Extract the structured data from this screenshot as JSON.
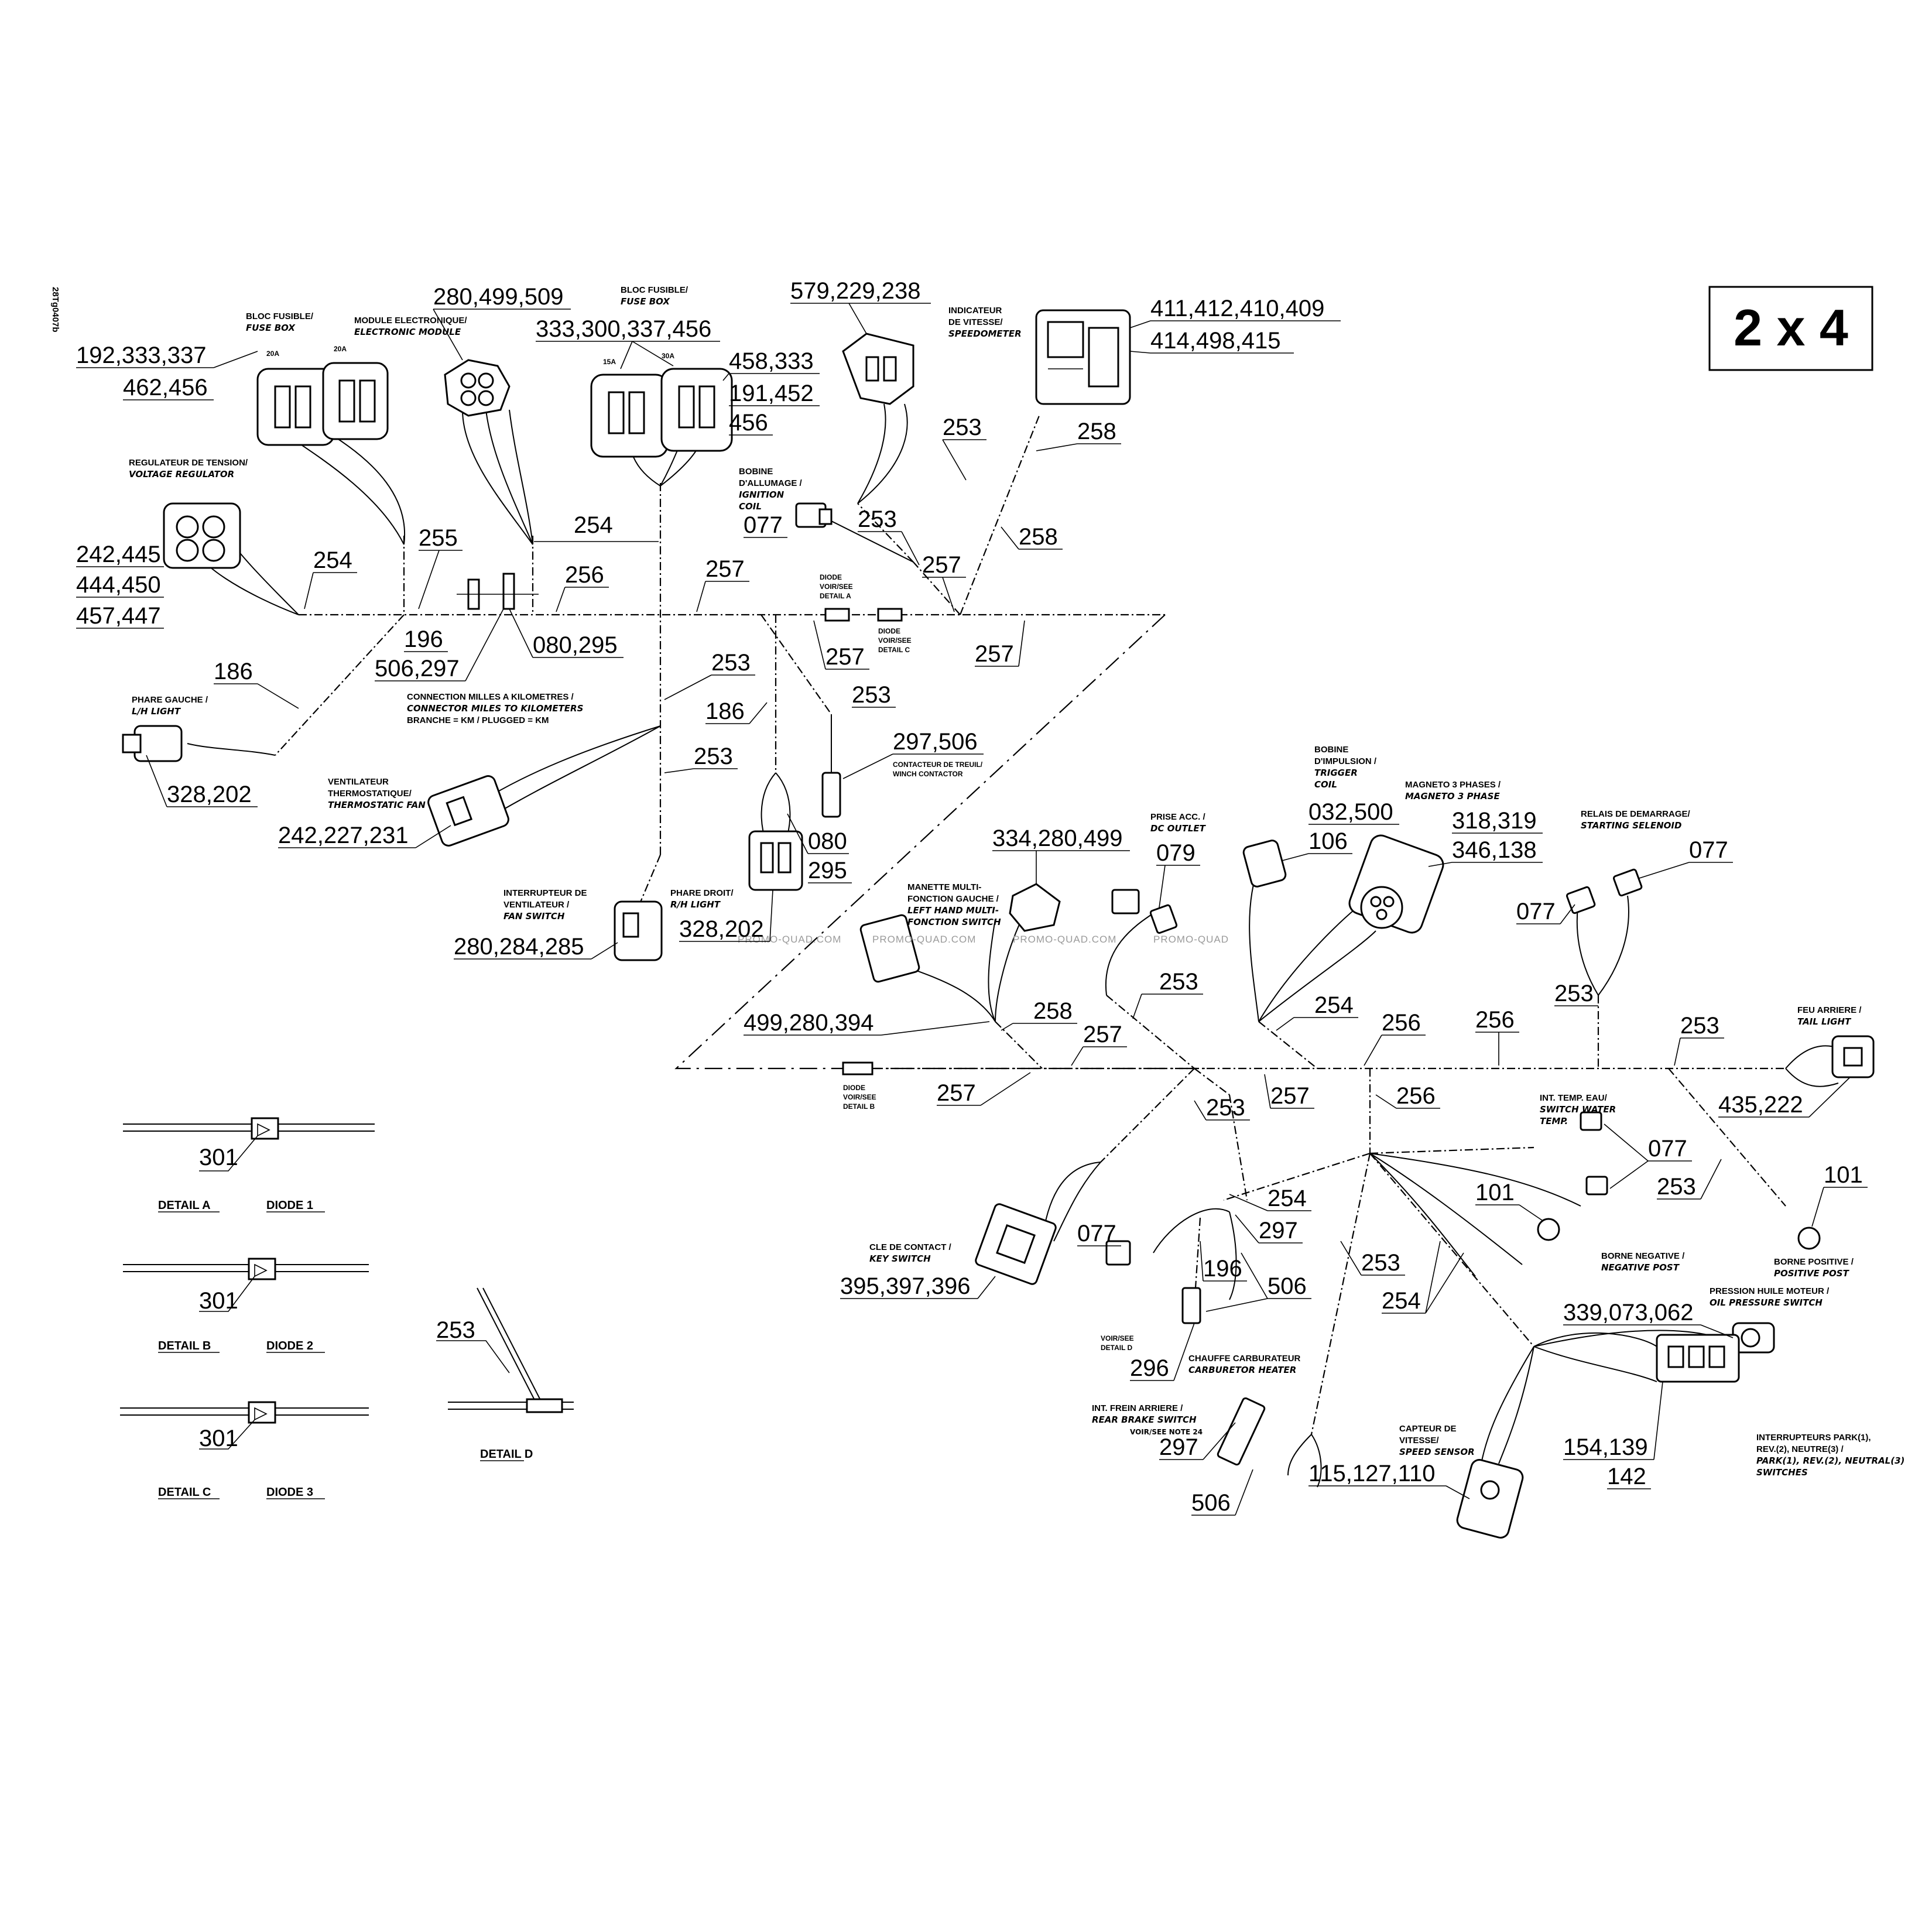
{
  "title": "2 x 4",
  "drawing_ref": "28Tg0407b",
  "watermark": [
    "PROMO-QUAD.COM",
    "PROMO-QUAD.COM",
    "PROMO-QUAD.COM",
    "PROMO-QUAD"
  ],
  "callouts": {
    "c192": "192,333,337",
    "c462": "462,456",
    "c280a": "280,499,509",
    "c333": "333,300,337,456",
    "c458": "458,333",
    "c191": "191,452",
    "c456": "456",
    "c579": "579,229,238",
    "c411": "411,412,410,409",
    "c414": "414,498,415",
    "c242": "242,445",
    "c444": "444,450",
    "c457": "457,447",
    "c254a": "254",
    "c255": "255",
    "c254b": "254",
    "c256a": "256",
    "c257a": "257",
    "c077a": "077",
    "c253a": "253",
    "c253b": "253",
    "c258a": "258",
    "c258b": "258",
    "c257b": "257",
    "c196a": "196",
    "c506a": "506,297",
    "c080a": "080,295",
    "c257c": "257",
    "c257d": "257",
    "c186a": "186",
    "c253c": "253",
    "c186b": "186",
    "c253d": "253",
    "c253e": "253",
    "c297a": "297,506",
    "c328a": "328,202",
    "c242b": "242,227,231",
    "c080b": "080",
    "c295b": "295",
    "c328b": "328,202",
    "c280b": "280,284,285",
    "c334": "334,280,499",
    "c079": "079",
    "c032": "032,500",
    "c106": "106",
    "c318": "318,319",
    "c346": "346,138",
    "c077b": "077",
    "c077c": "077",
    "c499": "499,280,394",
    "c258c": "258",
    "c257e": "257",
    "c253f": "253",
    "c254c": "254",
    "c256b": "256",
    "c256c": "256",
    "c253g": "253",
    "c253h": "253",
    "c435": "435,222",
    "c257f": "257",
    "c253i": "253",
    "c257g": "257",
    "c256d": "256",
    "c077d": "077",
    "c253j": "253",
    "c101a": "101",
    "c101b": "101",
    "c254d": "254",
    "c297b": "297",
    "c077e": "077",
    "c196b": "196",
    "c506b": "506",
    "c395": "395,397,396",
    "c253k": "253",
    "c254e": "254",
    "c339": "339,073,062",
    "c296": "296",
    "c297c": "297",
    "c506c": "506",
    "c115": "115,127,110",
    "c154": "154,139",
    "c142": "142",
    "c301a": "301",
    "c301b": "301",
    "c301c": "301",
    "c253l": "253"
  },
  "labels": {
    "bloc1": [
      "BLOC FUSIBLE/",
      "FUSE BOX"
    ],
    "module": [
      "MODULE ELECTRONIQUE/",
      "ELECTRONIC MODULE"
    ],
    "bloc2": [
      "BLOC FUSIBLE/",
      "FUSE BOX"
    ],
    "indicateur": [
      "INDICATEUR",
      "DE VITESSE/",
      "SPEEDOMETER"
    ],
    "regulateur": [
      "REGULATEUR DE TENSION/",
      "VOLTAGE REGULATOR"
    ],
    "bobine": [
      "BOBINE",
      "D'ALLUMAGE /",
      "IGNITION",
      "COIL"
    ],
    "diodeA": [
      "DIODE",
      "VOIR/SEE",
      "DETAIL A"
    ],
    "diodeC": [
      "DIODE",
      "VOIR/SEE",
      "DETAIL C"
    ],
    "phare_g": [
      "PHARE GAUCHE /",
      "L/H LIGHT"
    ],
    "connection": [
      "CONNECTION MILLES A KILOMETRES /",
      "CONNECTOR MILES TO KILOMETERS",
      "BRANCHE = KM / PLUGGED = KM"
    ],
    "contacteur": [
      "CONTACTEUR DE TREUIL/",
      "WINCH CONTACTOR"
    ],
    "ventilateur": [
      "VENTILATEUR",
      "THERMOSTATIQUE/",
      "THERMOSTATIC FAN"
    ],
    "phare_d": [
      "PHARE DROIT/",
      "R/H LIGHT"
    ],
    "interrupteur_v": [
      "INTERRUPTEUR DE",
      "VENTILATEUR /",
      "FAN SWITCH"
    ],
    "bobine_imp": [
      "BOBINE",
      "D'IMPULSION /",
      "TRIGGER",
      "COIL"
    ],
    "magneto": [
      "MAGNETO 3 PHASES /",
      "MAGNETO 3 PHASE"
    ],
    "prise": [
      "PRISE ACC. /",
      "DC OUTLET"
    ],
    "relais": [
      "RELAIS DE DEMARRAGE/",
      "STARTING SELENOID"
    ],
    "manette": [
      "MANETTE MULTI-",
      "FONCTION GAUCHE /",
      "LEFT HAND MULTI-",
      "FONCTION SWITCH"
    ],
    "feu": [
      "FEU ARRIERE /",
      "TAIL LIGHT"
    ],
    "diodeB": [
      "DIODE",
      "VOIR/SEE",
      "DETAIL B"
    ],
    "int_temp": [
      "INT. TEMP. EAU/",
      "SWITCH WATER",
      "TEMP."
    ],
    "cle": [
      "CLE DE CONTACT /",
      "KEY SWITCH"
    ],
    "borne_neg": [
      "BORNE NEGATIVE /",
      "NEGATIVE POST"
    ],
    "borne_pos": [
      "BORNE POSITIVE /",
      "POSITIVE POST"
    ],
    "pression": [
      "PRESSION HUILE MOTEUR /",
      "OIL PRESSURE SWITCH"
    ],
    "voir_d": [
      "VOIR/SEE",
      "DETAIL D"
    ],
    "chauffe": [
      "CHAUFFE CARBURATEUR",
      "CARBURETOR HEATER"
    ],
    "int_frein": [
      "INT. FREIN ARRIERE /",
      "REAR BRAKE SWITCH",
      "VOIR/SEE NOTE 24"
    ],
    "capteur": [
      "CAPTEUR DE",
      "VITESSE/",
      "SPEED SENSOR"
    ],
    "interrupteurs_park": [
      "INTERRUPTEURS PARK(1),",
      "REV.(2), NEUTRE(3) /",
      "PARK(1), REV.(2), NEUTRAL(3)",
      "SWITCHES"
    ],
    "fuse_amps": [
      "20A",
      "20A",
      "15A",
      "30A"
    ]
  },
  "details": {
    "a": [
      "DETAIL A",
      "DIODE 1"
    ],
    "b": [
      "DETAIL B",
      "DIODE 2"
    ],
    "c": [
      "DETAIL C",
      "DIODE 3"
    ],
    "d": "DETAIL D"
  }
}
